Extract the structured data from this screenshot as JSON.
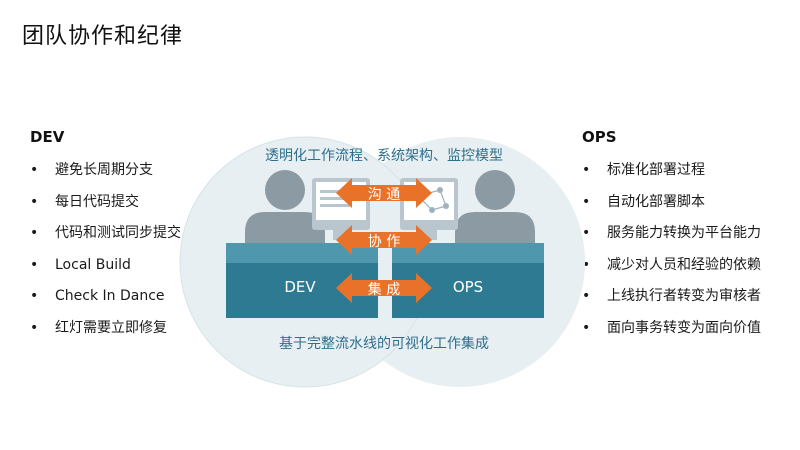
{
  "title": "团队协作和纪律",
  "dev": {
    "heading": "DEV",
    "items": [
      "避免长周期分支",
      "每日代码提交",
      "代码和测试同步提交",
      "Local Build",
      "Check In Dance",
      "红灯需要立即修复"
    ]
  },
  "ops": {
    "heading": "OPS",
    "items": [
      "标准化部署过程",
      "自动化部署脚本",
      "服务能力转换为平台能力",
      "减少对人员和经验的依赖",
      "上线执行者转变为审核者",
      "面向事务转变为面向价值"
    ]
  },
  "diagram": {
    "top_caption": "透明化工作流程、系统架构、监控模型",
    "bottom_caption": "基于完整流水线的可视化工作集成",
    "arrows": [
      "沟 通",
      "协 作",
      "集 成"
    ],
    "desk_left_label": "DEV",
    "desk_right_label": "OPS"
  },
  "colors": {
    "circle_fill": "#e7eff2",
    "person": "#8c9aa4",
    "desk": "#2e7a92",
    "arrow": "#e8722a",
    "caption": "#2e6f8c"
  }
}
